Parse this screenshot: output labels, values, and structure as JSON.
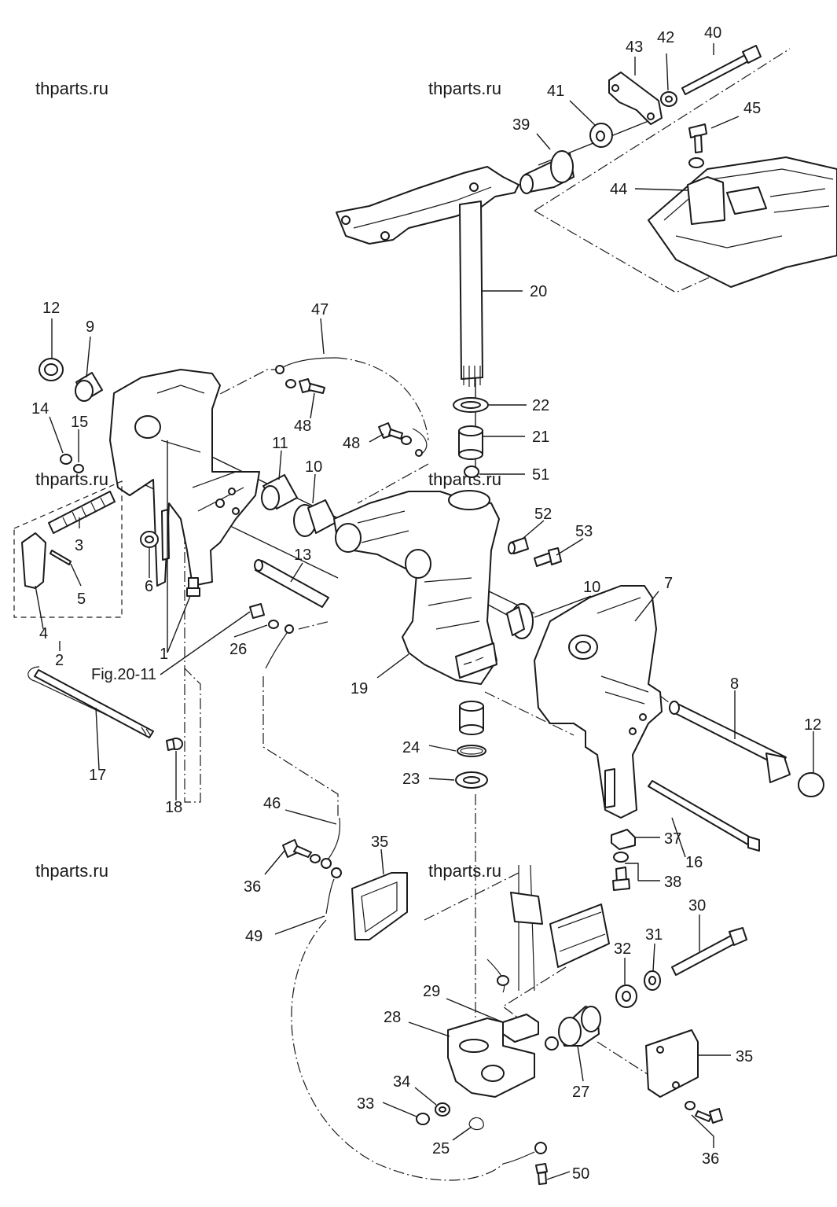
{
  "watermark": "thparts.ru",
  "reference_label": "Fig.20-11",
  "callouts": [
    {
      "id": "c40",
      "text": "40"
    },
    {
      "id": "c42",
      "text": "42"
    },
    {
      "id": "c43",
      "text": "43"
    },
    {
      "id": "c41",
      "text": "41"
    },
    {
      "id": "c39",
      "text": "39"
    },
    {
      "id": "c45",
      "text": "45"
    },
    {
      "id": "c44",
      "text": "44"
    },
    {
      "id": "c20",
      "text": "20"
    },
    {
      "id": "c47",
      "text": "47"
    },
    {
      "id": "c12a",
      "text": "12"
    },
    {
      "id": "c9",
      "text": "9"
    },
    {
      "id": "c14",
      "text": "14"
    },
    {
      "id": "c15",
      "text": "15"
    },
    {
      "id": "c22",
      "text": "22"
    },
    {
      "id": "c21",
      "text": "21"
    },
    {
      "id": "c48a",
      "text": "48"
    },
    {
      "id": "c48b",
      "text": "48"
    },
    {
      "id": "c11",
      "text": "11"
    },
    {
      "id": "c10a",
      "text": "10"
    },
    {
      "id": "c51",
      "text": "51"
    },
    {
      "id": "c52",
      "text": "52"
    },
    {
      "id": "c53",
      "text": "53"
    },
    {
      "id": "c3",
      "text": "3"
    },
    {
      "id": "c13",
      "text": "13"
    },
    {
      "id": "c6",
      "text": "6"
    },
    {
      "id": "c5",
      "text": "5"
    },
    {
      "id": "c7",
      "text": "7"
    },
    {
      "id": "c10b",
      "text": "10"
    },
    {
      "id": "c4",
      "text": "4"
    },
    {
      "id": "c1",
      "text": "1"
    },
    {
      "id": "c26",
      "text": "26"
    },
    {
      "id": "c2",
      "text": "2"
    },
    {
      "id": "c19",
      "text": "19"
    },
    {
      "id": "c8",
      "text": "8"
    },
    {
      "id": "c12b",
      "text": "12"
    },
    {
      "id": "c17",
      "text": "17"
    },
    {
      "id": "c24",
      "text": "24"
    },
    {
      "id": "c23",
      "text": "23"
    },
    {
      "id": "c18",
      "text": "18"
    },
    {
      "id": "c46",
      "text": "46"
    },
    {
      "id": "c37",
      "text": "37"
    },
    {
      "id": "c35a",
      "text": "35"
    },
    {
      "id": "c16",
      "text": "16"
    },
    {
      "id": "c36a",
      "text": "36"
    },
    {
      "id": "c38",
      "text": "38"
    },
    {
      "id": "c30",
      "text": "30"
    },
    {
      "id": "c49",
      "text": "49"
    },
    {
      "id": "c31",
      "text": "31"
    },
    {
      "id": "c32",
      "text": "32"
    },
    {
      "id": "c29",
      "text": "29"
    },
    {
      "id": "c28",
      "text": "28"
    },
    {
      "id": "c35b",
      "text": "35"
    },
    {
      "id": "c27",
      "text": "27"
    },
    {
      "id": "c34",
      "text": "34"
    },
    {
      "id": "c33",
      "text": "33"
    },
    {
      "id": "c25",
      "text": "25"
    },
    {
      "id": "c36b",
      "text": "36"
    },
    {
      "id": "c50",
      "text": "50"
    }
  ]
}
